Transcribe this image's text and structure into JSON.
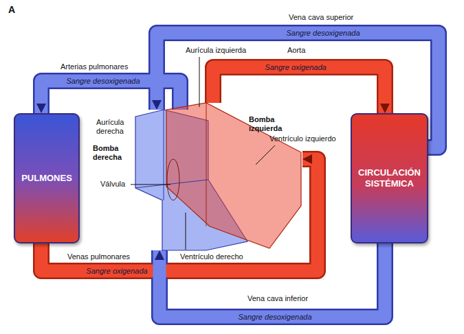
{
  "diagram": {
    "nodes": [
      {
        "text": [
          "PULMONES"
        ]
      },
      {
        "text": [
          "CIRCULACIÓN SISTÉMICA"
        ]
      },
      {
        "text": [
          "Bomba derecha"
        ]
      },
      {
        "text": [
          "Bomba izquierda"
        ]
      }
    ],
    "edges": [
      {
        "from": 2,
        "to": 0,
        "arrow": "to",
        "label": "Sangre desoxigenada"
      },
      {
        "from": 1,
        "to": 2,
        "arrow": "to",
        "label": "Sangre desoxigenada"
      },
      {
        "from": 3,
        "to": 1,
        "arrow": "to",
        "label": "Sangre oxigenada"
      },
      {
        "from": 0,
        "to": 3,
        "arrow": "to",
        "label": "Sangre oxigenada"
      },
      {
        "from": 1,
        "to": 2,
        "arrow": "to",
        "label": "Sangre desoxigenada"
      }
    ],
    "labels": [
      "A",
      "Vena cava superior",
      "Arterias pulmonares",
      "Aurícula izquierda",
      "Aorta",
      "Aurícula derecha",
      "Válvula",
      "Ventrículo izquierdo",
      "Ventrículo derecho",
      "Venas pulmonares",
      "Vena cava inferior"
    ]
  }
}
